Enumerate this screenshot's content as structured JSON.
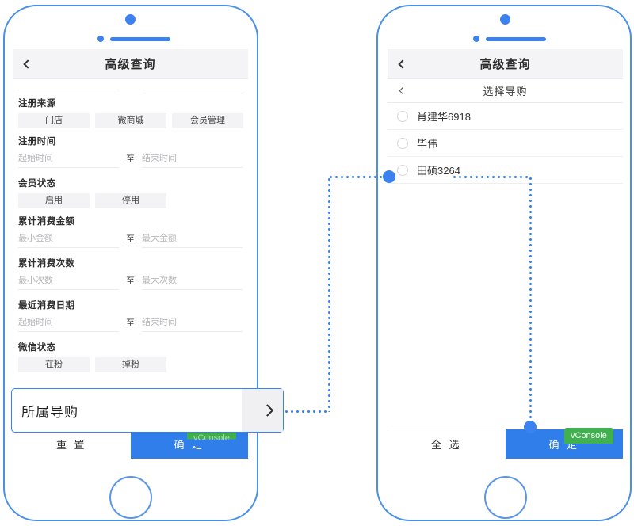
{
  "meta": {
    "accent_blue": "#3b82f0",
    "primary_button_blue": "#2f7eea",
    "vconsole_green": "#40b14e",
    "chip_grey": "#f3f3f5"
  },
  "left_phone": {
    "navbar": {
      "title": "高级查询",
      "back_icon": "chevron-left-icon"
    },
    "form": {
      "fields": [
        {
          "label": "注册来源",
          "type": "chips",
          "options": [
            "门店",
            "微商城",
            "会员管理"
          ]
        },
        {
          "label": "注册时间",
          "type": "range",
          "start_placeholder": "起始时间",
          "separator": "至",
          "end_placeholder": "结束时间"
        },
        {
          "label": "会员状态",
          "type": "chips",
          "options": [
            "启用",
            "停用"
          ]
        },
        {
          "label": "累计消费金额",
          "type": "range",
          "start_placeholder": "最小金额",
          "separator": "至",
          "end_placeholder": "最大金额"
        },
        {
          "label": "累计消费次数",
          "type": "range",
          "start_placeholder": "最小次数",
          "separator": "至",
          "end_placeholder": "最大次数"
        },
        {
          "label": "最近消费日期",
          "type": "range",
          "start_placeholder": "起始时间",
          "separator": "至",
          "end_placeholder": "结束时间"
        },
        {
          "label": "微信状态",
          "type": "chips",
          "options": [
            "在粉",
            "掉粉"
          ]
        }
      ]
    },
    "actionbar": {
      "reset_label": "重 置",
      "confirm_label": "确 定"
    },
    "vconsole_label": "vConsole"
  },
  "callout": {
    "label": "所属导购",
    "chevron_icon": "chevron-right-icon"
  },
  "right_phone": {
    "navbar": {
      "title": "高级查询",
      "back_icon": "chevron-left-icon"
    },
    "subbar": {
      "title": "选择导购",
      "back_icon": "chevron-left-icon"
    },
    "list": [
      {
        "label": "肖建华6918",
        "selected": false
      },
      {
        "label": "毕伟",
        "selected": false
      },
      {
        "label": "田硕3264",
        "selected": false
      }
    ],
    "actionbar": {
      "select_all_label": "全 选",
      "confirm_label": "确 定"
    },
    "vconsole_label": "vConsole"
  }
}
